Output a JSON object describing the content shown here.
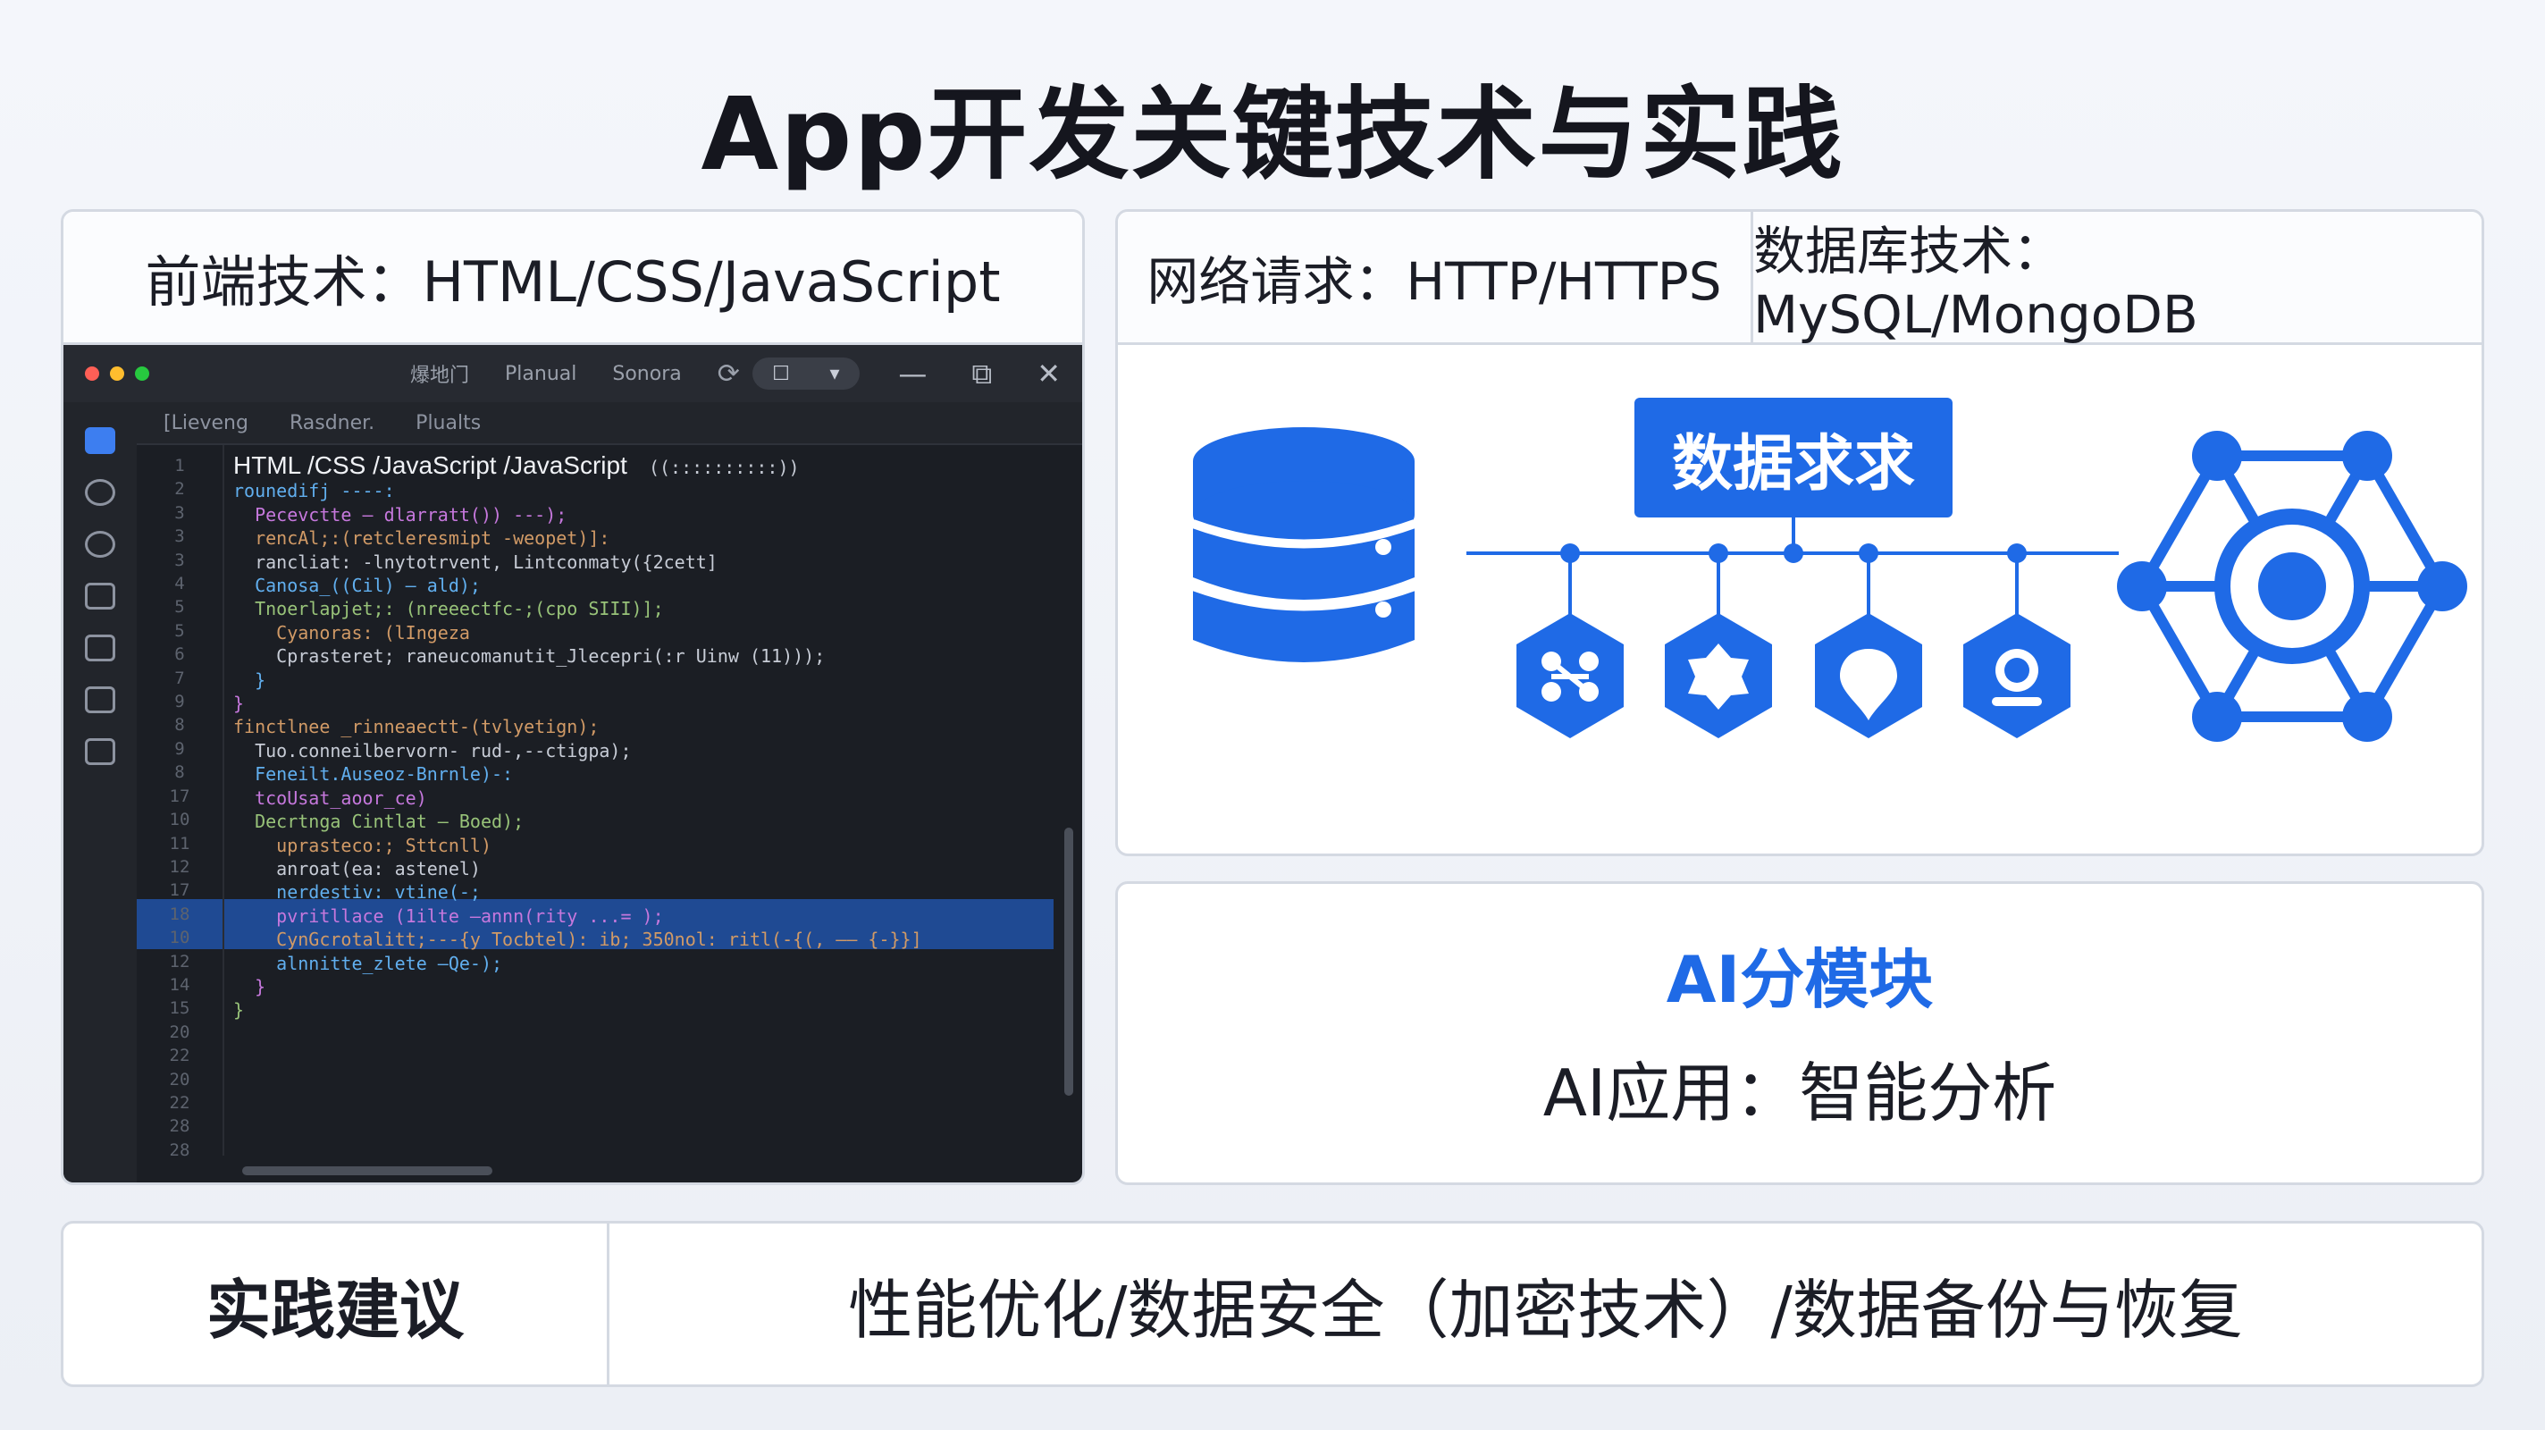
{
  "title": "App开发关键技术与实践",
  "frontend": {
    "heading": "前端技术：HTML/CSS/JavaScript",
    "ide": {
      "toolbar_items": [
        "爆地门",
        "Planual",
        "Sonora"
      ],
      "tabs": [
        "[Lieveng",
        "Rasdner.",
        "Plualts"
      ],
      "first_line": "HTML /CSS /JavaScript /JavaScript",
      "first_line_suffix": "  ((::::::::::))",
      "line_numbers": [
        "1",
        "2",
        "3",
        "3",
        "3",
        "4",
        "5",
        "5",
        "6",
        "7",
        "9",
        "8",
        "9",
        "8",
        "17",
        "10",
        "11",
        "12",
        "17",
        "18",
        "10",
        "12",
        "14",
        "15",
        "20",
        "22",
        "20",
        "22",
        "28",
        "28"
      ],
      "code_lines": [
        "rounedifj ----:",
        "  Pecevctte — dlarratt()) ---);",
        "",
        "  rencAl;:(retcleresmipt -weopet)]:",
        "  rancliat: -lnytotrvent, Lintconmaty({2cett]",
        "  Canosa_((Cil) — ald);",
        "",
        "  Tnoerlapjet;: (nreeectfc-;(cpo SIII)];",
        "    Cyanoras: (lIngeza",
        "    Cprasteret; raneucomanutit_Jlecepri(:r Uinw (11)));",
        "  }",
        "}",
        "",
        "finctlnee _rinneaectt-(tvlyetign);",
        "  Tuo.conneilbervorn- rud-,--ctigpa);",
        "  Feneilt.Auseoz-Bnrnle)-:",
        "  tcoUsat_aoor_ce)",
        "  Decrtnga Cintlat — Boed);",
        "    uprasteco:; Sttcnll)",
        "    anroat(ea: astenel)",
        "    nerdestiv: vtine(-;",
        "    pvritllace (1ilte —annn(rity ...= );",
        "",
        "    CynGcrotalitt;---{y Tocbtel): ib; 350nol: ritl(-{(, —— {-}}]",
        "",
        "    alnnitte_zlete —Qe-);",
        "  }",
        "}"
      ]
    }
  },
  "network": {
    "heading": "网络请求：HTTP/HTTPS",
    "db_heading": "数据库技术：MySQL/MongoDB",
    "request_label": "数据求求",
    "icons": [
      "database-icon",
      "share-hex-icon",
      "badge-hex-icon",
      "location-hex-icon",
      "user-hex-icon",
      "network-hub-icon"
    ],
    "accent": "#1f6ae6"
  },
  "ai": {
    "title": "AI分模块",
    "subtitle": "AI应用：智能分析"
  },
  "practice": {
    "label": "实践建议",
    "content": "性能优化/数据安全（加密技术）/数据备份与恢复"
  }
}
